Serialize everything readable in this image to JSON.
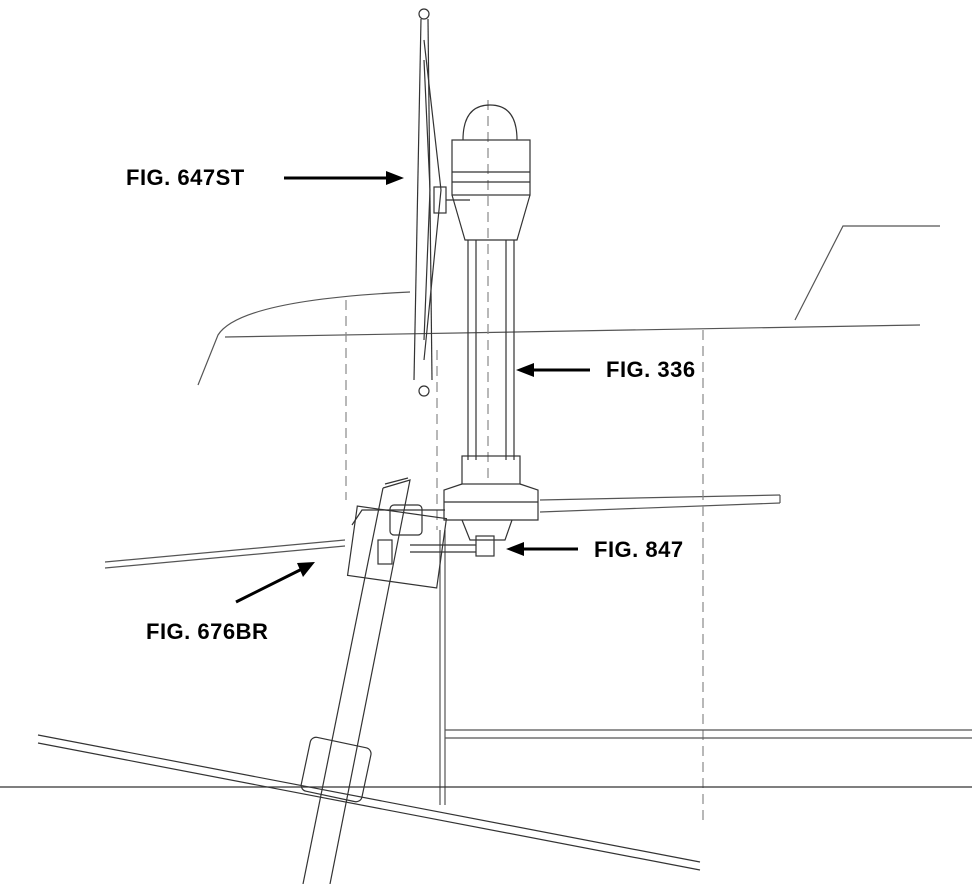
{
  "callouts": {
    "fig_647st": "FIG. 647ST",
    "fig_336": "FIG. 336",
    "fig_847": "FIG. 847",
    "fig_676br": "FIG. 676BR"
  },
  "colors": {
    "ink": "#000000",
    "line": "#555555",
    "light_line": "#9a9a9a"
  }
}
